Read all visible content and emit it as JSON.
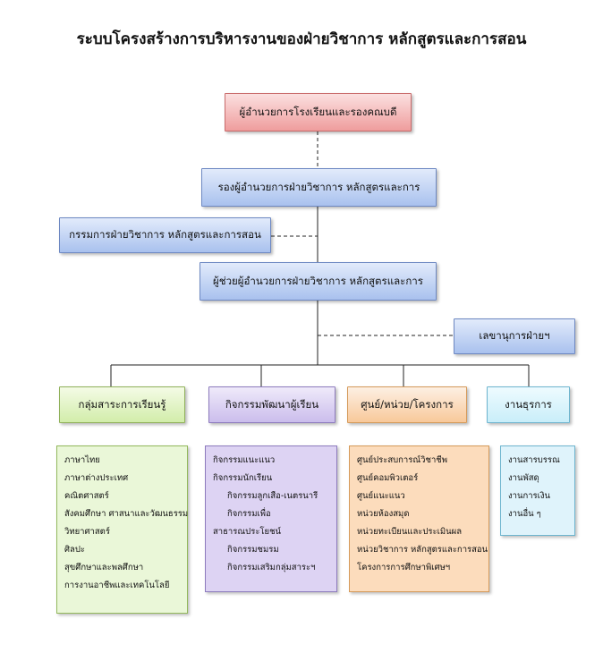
{
  "title": "ระบบโครงสร้างการบริหารงานของฝ่ายวิชาการ หลักสูตรและการสอน",
  "nodes": {
    "director": "ผู้อำนวยการโรงเรียนและรองคณบดี",
    "deputy": "รองผู้อำนวยการฝ่ายวิชาการ หลักสูตรและการ",
    "committee": "กรรมการฝ่ายวิชาการ หลักสูตรและการสอน",
    "assistant": "ผู้ช่วยผู้อำนวยการฝ่ายวิชาการ หลักสูตรและการ",
    "secretary": "เลขานุการฝ่ายฯ"
  },
  "groups": [
    {
      "label": "กลุ่มสาระการเรียนรู้",
      "items": [
        {
          "text": "ภาษาไทย"
        },
        {
          "text": "ภาษาต่างประเทศ"
        },
        {
          "text": "คณิตศาสตร์"
        },
        {
          "text": "สังคมศึกษา ศาสนาและวัฒนธรรม"
        },
        {
          "text": "วิทยาศาสตร์"
        },
        {
          "text": "ศิลปะ"
        },
        {
          "text": "สุขศึกษาและพลศึกษา"
        },
        {
          "text": "การงานอาชีพและเทคโนโลยี"
        }
      ]
    },
    {
      "label": "กิจกรรมพัฒนาผู้เรียน",
      "items": [
        {
          "text": "กิจกรรมแนะแนว"
        },
        {
          "text": "กิจกรรมนักเรียน"
        },
        {
          "text": "กิจกรรมลูกเสือ-เนตรนารี",
          "indent": true
        },
        {
          "text": "กิจกรรมเพื่อ",
          "indent": true
        },
        {
          "text": "สาธารณประโยชน์"
        },
        {
          "text": "กิจกรรมชมรม",
          "indent": true
        },
        {
          "text": "กิจกรรมเสริมกลุ่มสาระฯ",
          "indent": true
        }
      ]
    },
    {
      "label": "ศูนย์/หน่วย/โครงการ",
      "items": [
        {
          "text": "ศูนย์ประสบการณ์วิชาชีพ"
        },
        {
          "text": "ศูนย์คอมพิวเตอร์"
        },
        {
          "text": "ศูนย์แนะแนว"
        },
        {
          "text": "หน่วยห้องสมุด"
        },
        {
          "text": "หน่วยทะเบียนและประเมินผล"
        },
        {
          "text": "หน่วยวิชาการ หลักสูตรและการสอน"
        },
        {
          "text": "โครงการการศึกษาพิเศษฯ"
        }
      ]
    },
    {
      "label": "งานธุรการ",
      "items": [
        {
          "text": "งานสารบรรณ"
        },
        {
          "text": "งานพัสดุ"
        },
        {
          "text": "งานการเงิน"
        },
        {
          "text": "งานอื่น ๆ"
        }
      ]
    }
  ]
}
